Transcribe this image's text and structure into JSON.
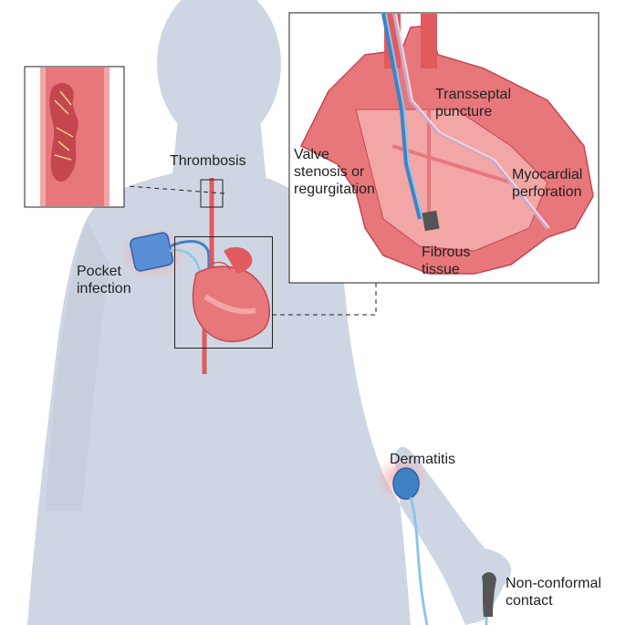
{
  "labels": {
    "transseptal": "Transseptal\npuncture",
    "thrombosis": "Thrombosis",
    "valve": "Valve\nstenosis or\nregurgitation",
    "myocardial": "Myocardial\nperforation",
    "fibrous": "Fibrous\ntissue",
    "pocket": "Pocket\ninfection",
    "dermatitis": "Dermatitis",
    "nonconformal": "Non-conformal\ncontact"
  },
  "colors": {
    "body": "#cfd6e3",
    "body_shade": "#bcc5d6",
    "heart": "#e8777b",
    "heart_light": "#f2a6a6",
    "heart_dark": "#c4474f",
    "vessel": "#e05a5e",
    "lead_blue": "#8cc6ea",
    "lead_blue_dark": "#3f82c4",
    "lead_pink": "#f3d3e0",
    "device": "#5a8fd6",
    "glow": "#f5a3a3",
    "line": "#222222"
  },
  "icons": [
    "pacemaker-device-icon",
    "electrode-patch-icon",
    "finger-clip-sensor-icon",
    "thrombus-icon"
  ]
}
